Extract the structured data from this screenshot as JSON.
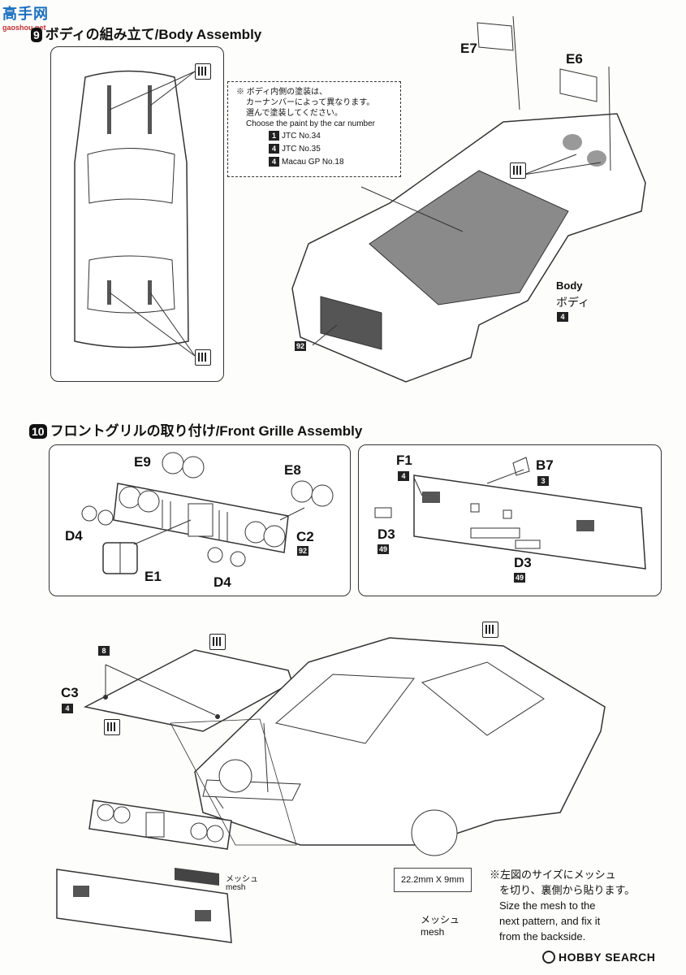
{
  "watermark": {
    "top": "高手网",
    "sub": "gaoshou.net"
  },
  "step9": {
    "number": "9",
    "title": "ボディの組み立て/Body Assembly"
  },
  "step9_note": {
    "line1": "※ ボディ内側の塗装は、",
    "line2": "カーナンバーによって異なります。",
    "line3": "選んで塗装してください。",
    "line4": "Choose the paint by the car number",
    "options": [
      {
        "num": "1",
        "label": "JTC No.34"
      },
      {
        "num": "4",
        "label": "JTC No.35"
      },
      {
        "num": "4",
        "label": "Macau GP No.18"
      }
    ]
  },
  "step9_parts": {
    "e7": "E7",
    "e6": "E6",
    "body_en": "Body",
    "body_jp": "ボディ",
    "body_num": "4",
    "part_92": "92"
  },
  "step10": {
    "number": "10",
    "title": "フロントグリルの取り付け/Front Grille Assembly"
  },
  "step10_left": {
    "e9": "E9",
    "e8": "E8",
    "d4a": "D4",
    "d4b": "D4",
    "e1": "E1",
    "c2": "C2",
    "c2_num": "92"
  },
  "step10_right": {
    "f1": "F1",
    "f1_num": "4",
    "b7": "B7",
    "b7_num": "3",
    "d3a": "D3",
    "d3a_num": "49",
    "d3b": "D3",
    "d3b_num": "49"
  },
  "step10_bottom": {
    "num8": "8",
    "c3": "C3",
    "c3_num": "4",
    "mesh_jp": "メッシュ",
    "mesh_en": "mesh",
    "mesh_size": "22.2mm X 9mm",
    "mesh_label_jp": "メッシュ",
    "mesh_label_en": "mesh",
    "instr_jp1": "※左図のサイズにメッシュ",
    "instr_jp2": "を切り、裏側から貼ります。",
    "instr_en1": "Size the mesh to the",
    "instr_en2": "next pattern, and fix it",
    "instr_en3": "from the backside."
  },
  "footer": {
    "brand": "HOBBY SEARCH"
  },
  "icons": [
    "cement-icon",
    "magnifier-icon",
    "hobby-search-logo"
  ]
}
